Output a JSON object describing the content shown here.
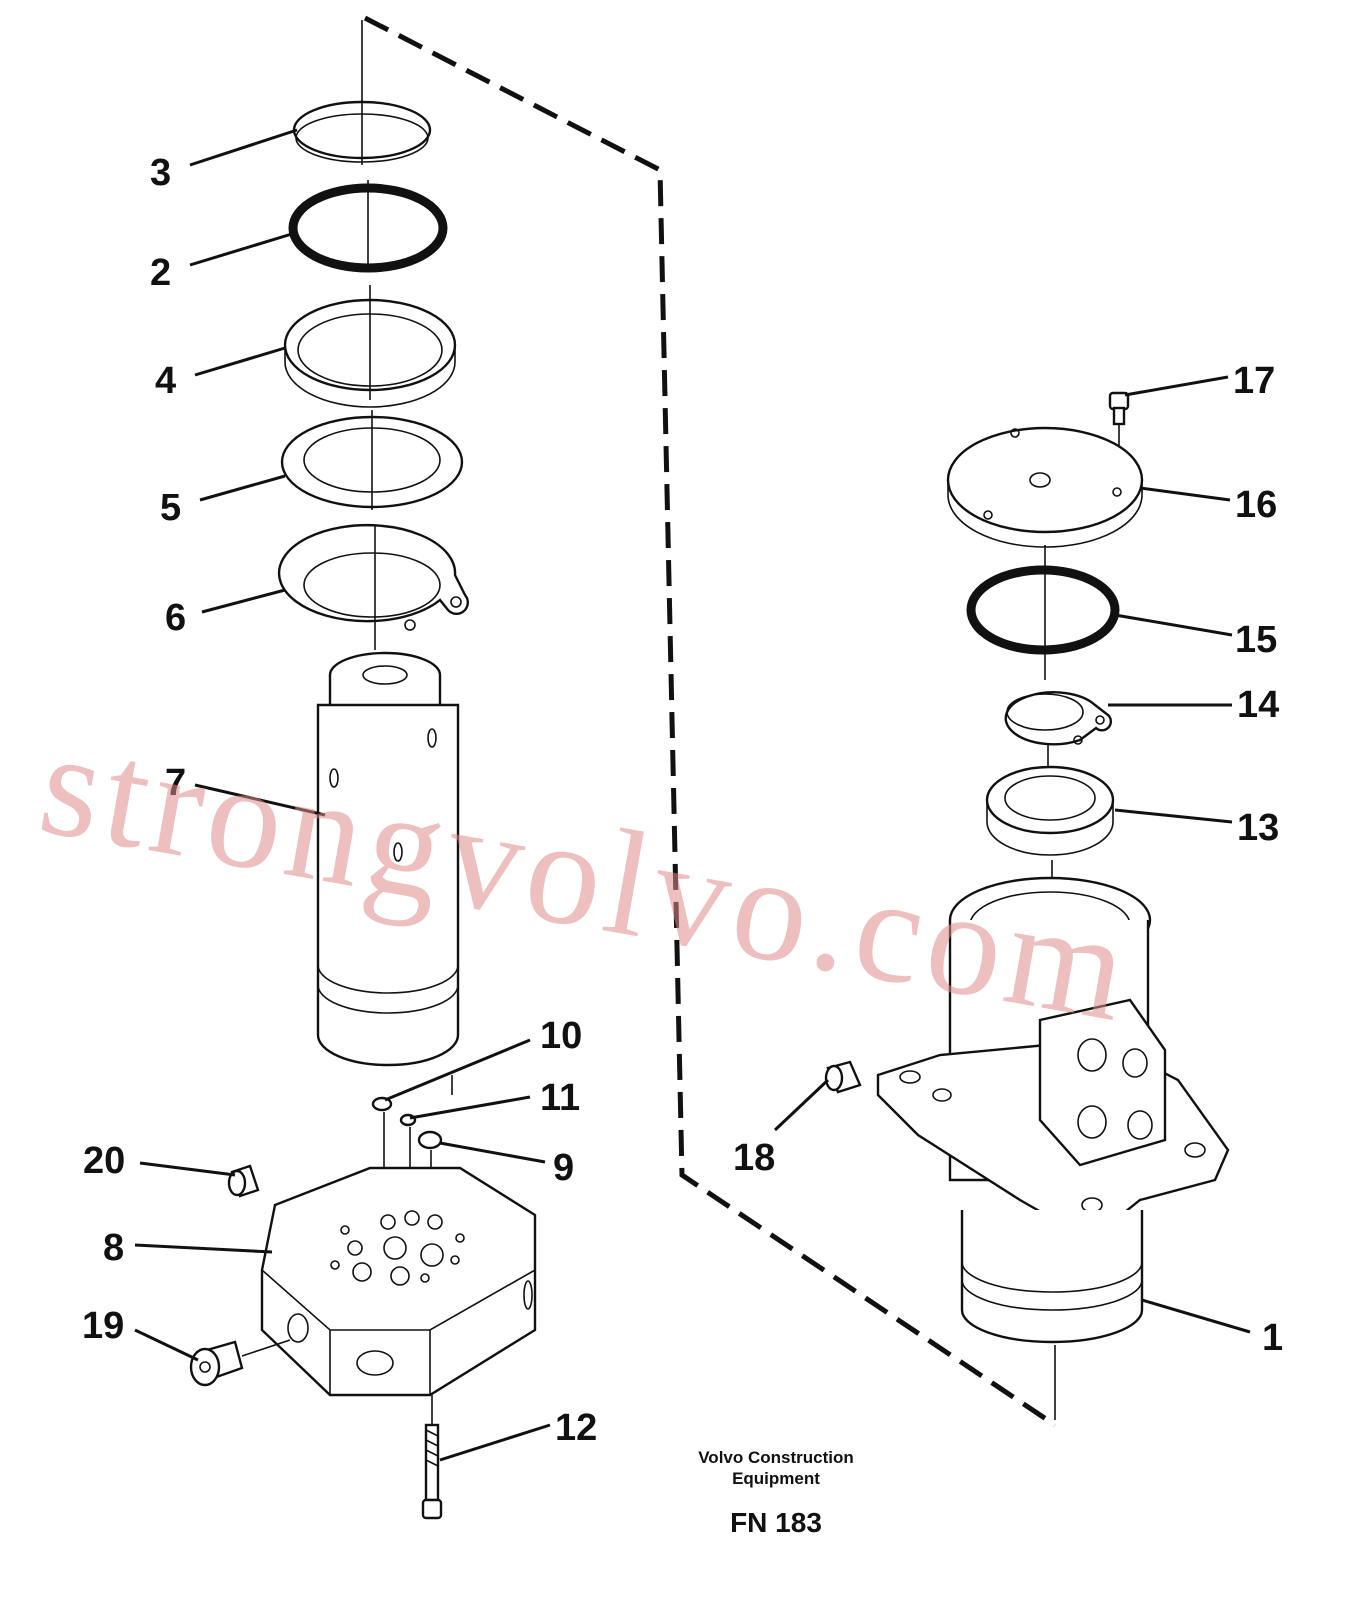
{
  "callouts": [
    "1",
    "2",
    "3",
    "4",
    "5",
    "6",
    "7",
    "8",
    "9",
    "10",
    "11",
    "12",
    "13",
    "14",
    "15",
    "16",
    "17",
    "18",
    "19",
    "20"
  ],
  "caption": {
    "line1": "Volvo Construction",
    "line2": "Equipment",
    "figure": "FN 183"
  },
  "watermark": "strongvolvo.com"
}
